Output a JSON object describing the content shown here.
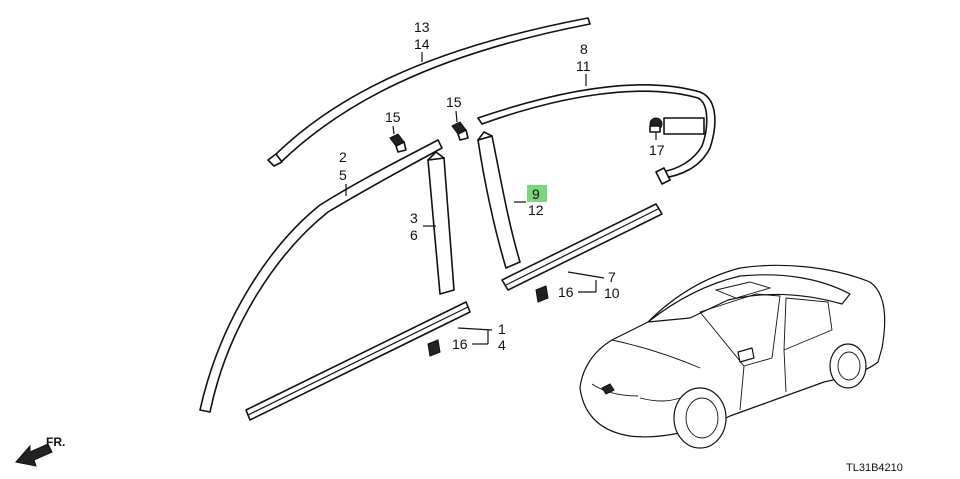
{
  "labels": {
    "p13": "13",
    "p14": "14",
    "p8": "8",
    "p11": "11",
    "p15a": "15",
    "p15b": "15",
    "p2": "2",
    "p5": "5",
    "p17": "17",
    "p9": "9",
    "p12": "12",
    "p3": "3",
    "p6": "6",
    "p7": "7",
    "p10": "10",
    "p16a": "16",
    "p16b": "16",
    "p1": "1",
    "p4": "4"
  },
  "highlight_color": "#7dd67d",
  "front_arrow": "FR.",
  "diagram_code": "TL31B4210"
}
